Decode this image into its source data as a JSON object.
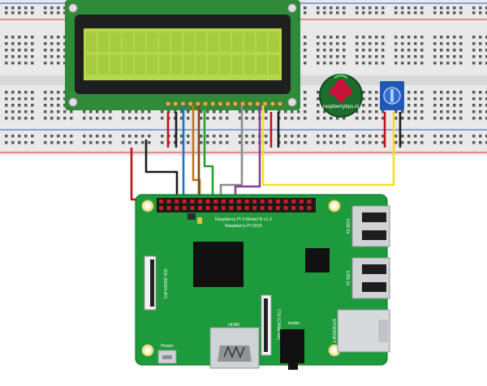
{
  "board": {
    "name_line1": "Raspberry Pi 3 Model B v1.2",
    "name_line2": "Raspberry Pi 2015",
    "usb_label_top": "USB 2x",
    "usb_label_bottom": "USB 2x",
    "ethernet_label": "ETHERNET",
    "dsi_label": "DSI (DISPLAY)",
    "csi_label": "CSI (CAMERA)",
    "hdmi_label": "HDMI",
    "audio_label": "Audio",
    "power_label": "Power"
  },
  "logo": {
    "text": "raspberrytips.nl"
  },
  "wires": {
    "colors": {
      "red": "#c0141b",
      "black": "#1a1a1a",
      "blue": "#1e73c8",
      "orange": "#c9701b",
      "brown": "#7a4a1e",
      "green": "#22a331",
      "gray": "#8c8c8c",
      "purple": "#8a3ca0",
      "yellow": "#f2e224"
    }
  },
  "colors": {
    "pcb": "#1d9a3b",
    "lcd_screen": "#b4d84a",
    "lcd_frame": "#1f1f1f",
    "breadboard": "#e8e8e8",
    "potentiometer": "#1f58b5"
  }
}
